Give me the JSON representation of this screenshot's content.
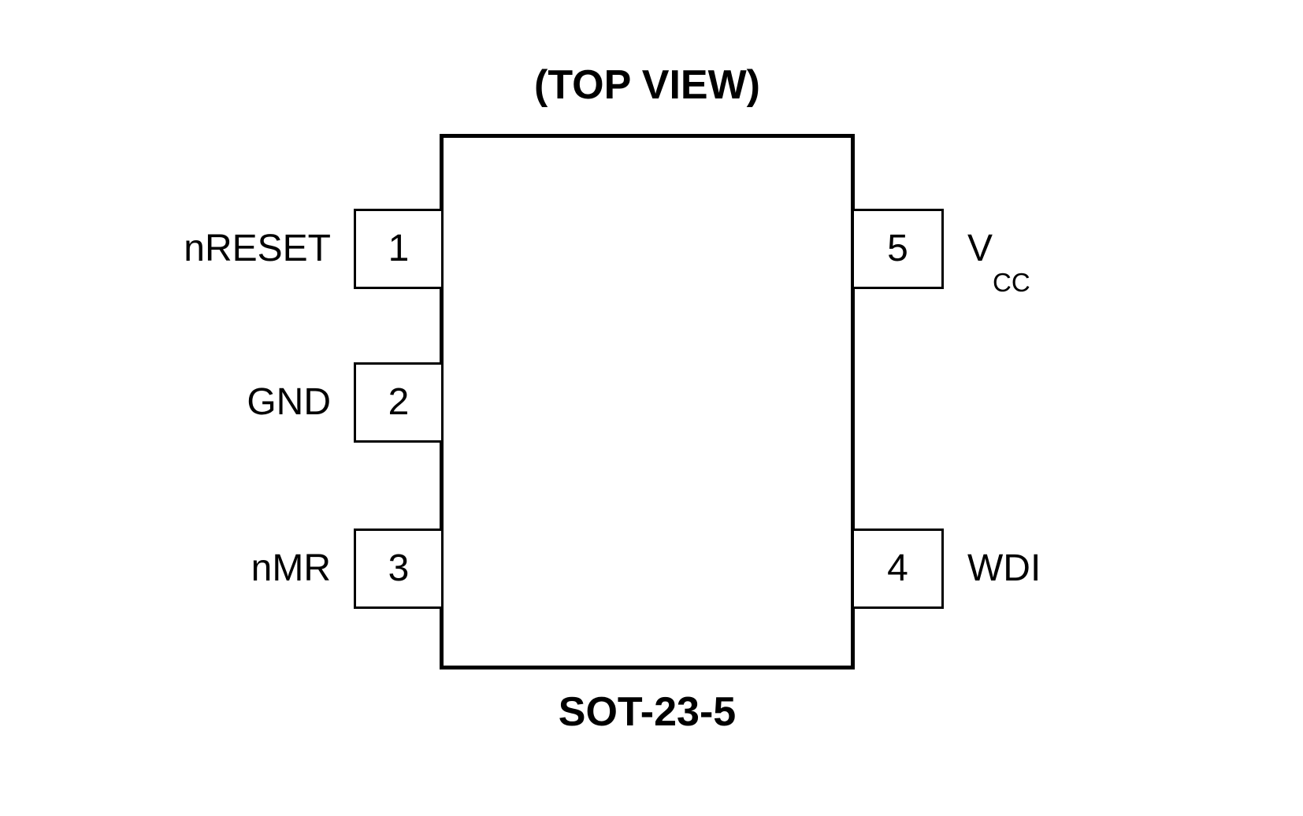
{
  "title": "(TOP VIEW)",
  "package_name": "SOT-23-5",
  "colors": {
    "line": "#000000",
    "background": "#ffffff",
    "text": "#000000"
  },
  "ic": {
    "left_pins": [
      {
        "number": "1",
        "label_main": "nRESET",
        "label_sub": ""
      },
      {
        "number": "2",
        "label_main": "GND",
        "label_sub": ""
      },
      {
        "number": "3",
        "label_main": "nMR",
        "label_sub": ""
      }
    ],
    "right_pins": [
      {
        "number": "5",
        "label_main": "V",
        "label_sub": "CC"
      },
      {
        "number": "4",
        "label_main": "WDI",
        "label_sub": ""
      }
    ]
  }
}
